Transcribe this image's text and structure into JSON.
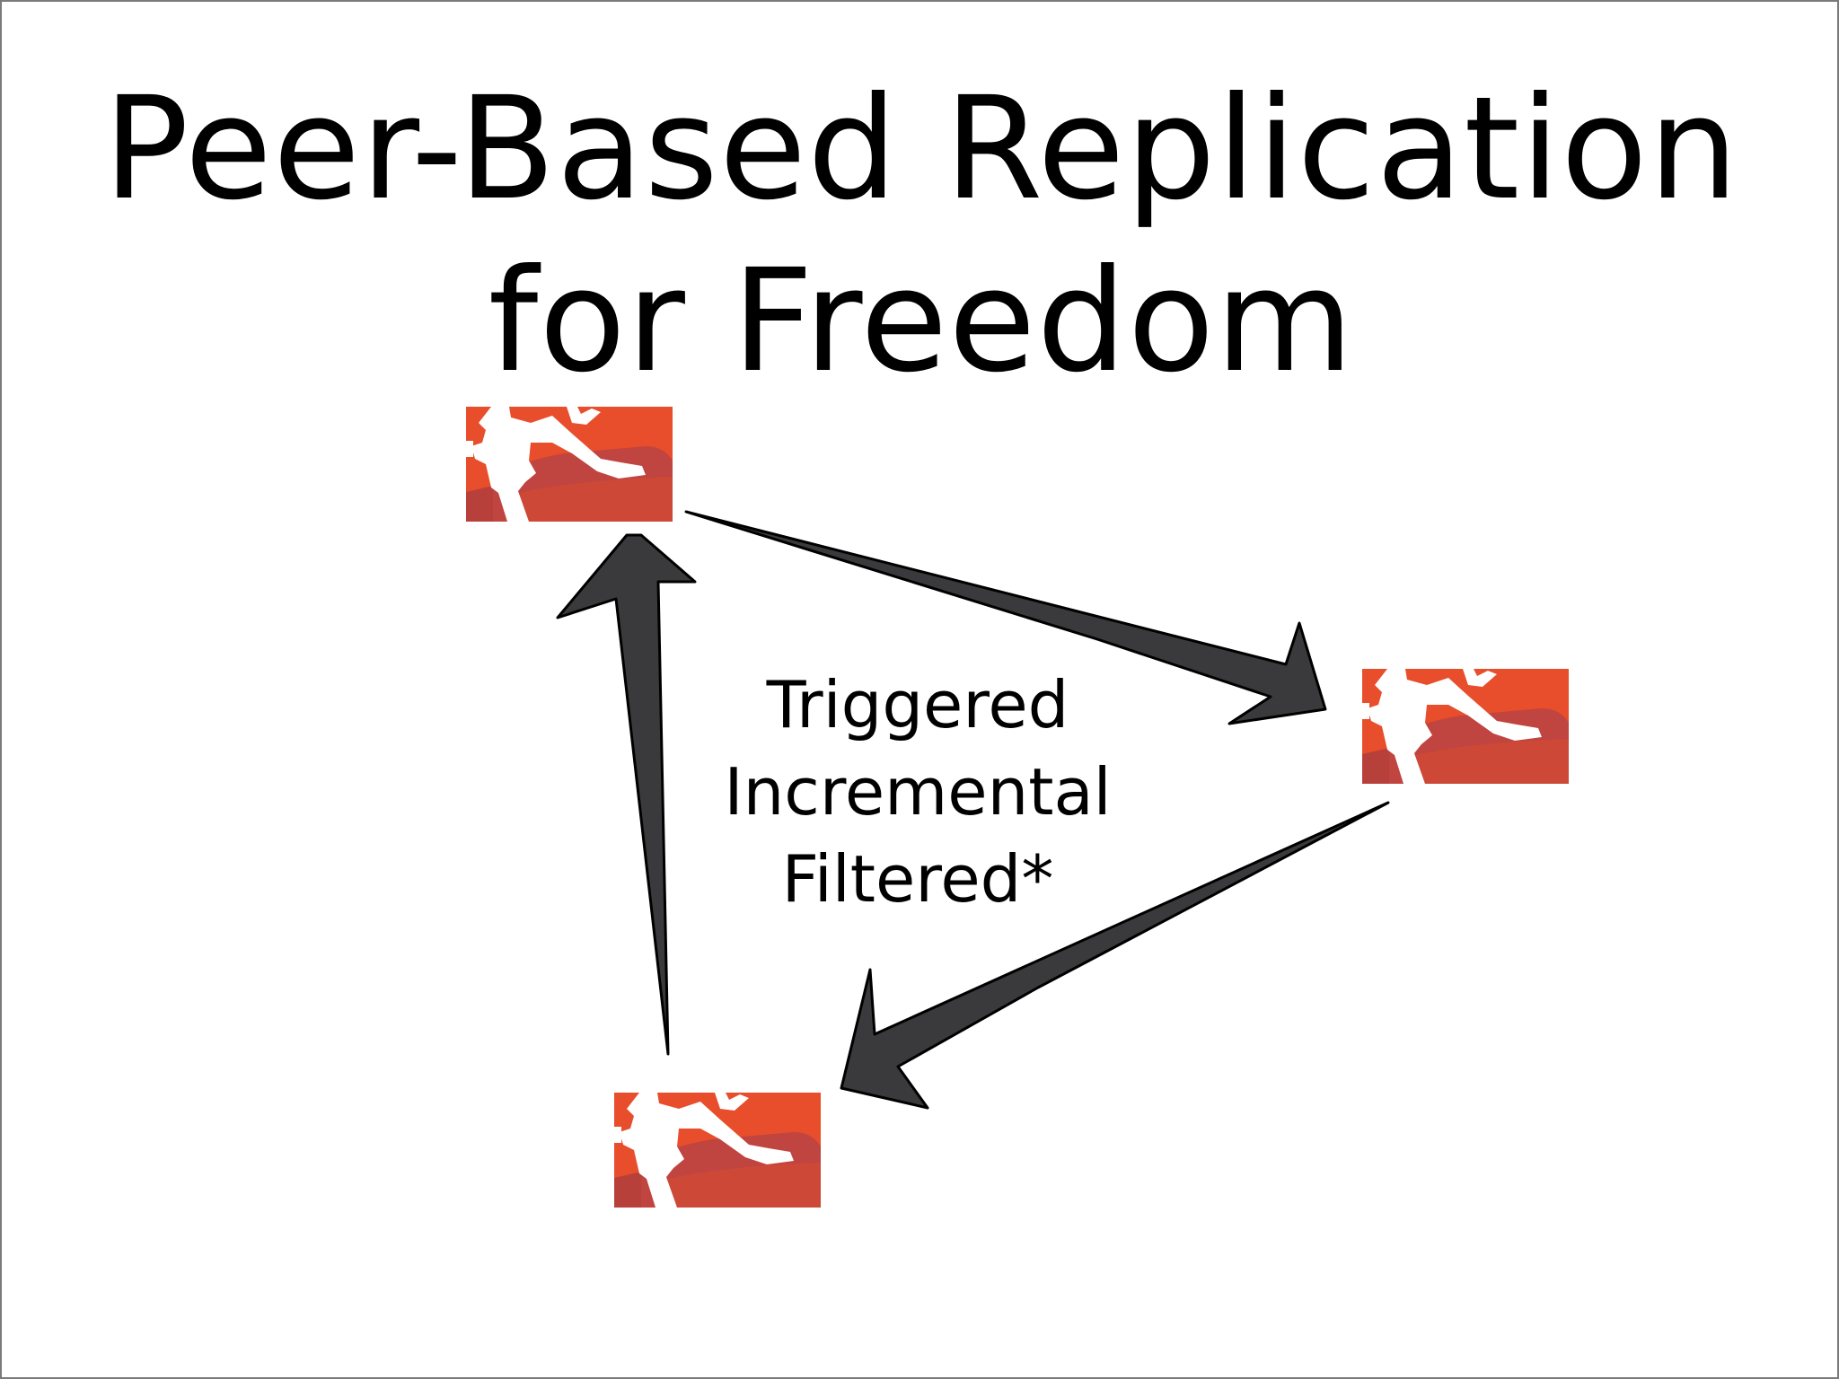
{
  "slide": {
    "title_line_1": "Peer-Based Replication",
    "title_line_2": "for Freedom"
  },
  "diagram": {
    "nodes": [
      {
        "id": "node-top-left",
        "icon": "couchdb-logo-icon"
      },
      {
        "id": "node-right",
        "icon": "couchdb-logo-icon"
      },
      {
        "id": "node-bottom",
        "icon": "couchdb-logo-icon"
      }
    ],
    "edges": [
      {
        "from": "node-top-left",
        "to": "node-right"
      },
      {
        "from": "node-right",
        "to": "node-bottom"
      },
      {
        "from": "node-bottom",
        "to": "node-top-left"
      }
    ],
    "labels": [
      "Triggered",
      "Incremental",
      "Filtered*"
    ]
  },
  "colors": {
    "logo_orange": "#e84e2b",
    "logo_dark_red": "#c0443f",
    "arrow_fill": "#3a3a3c",
    "text": "#000000",
    "background": "#ffffff"
  }
}
